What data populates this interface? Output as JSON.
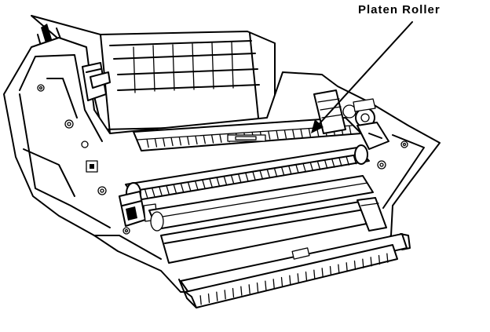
{
  "callout": {
    "label": "Platen Roller",
    "target": "platen-roller"
  },
  "illustration": {
    "subject": "printer-open-interior",
    "style": "black-line-drawing"
  }
}
